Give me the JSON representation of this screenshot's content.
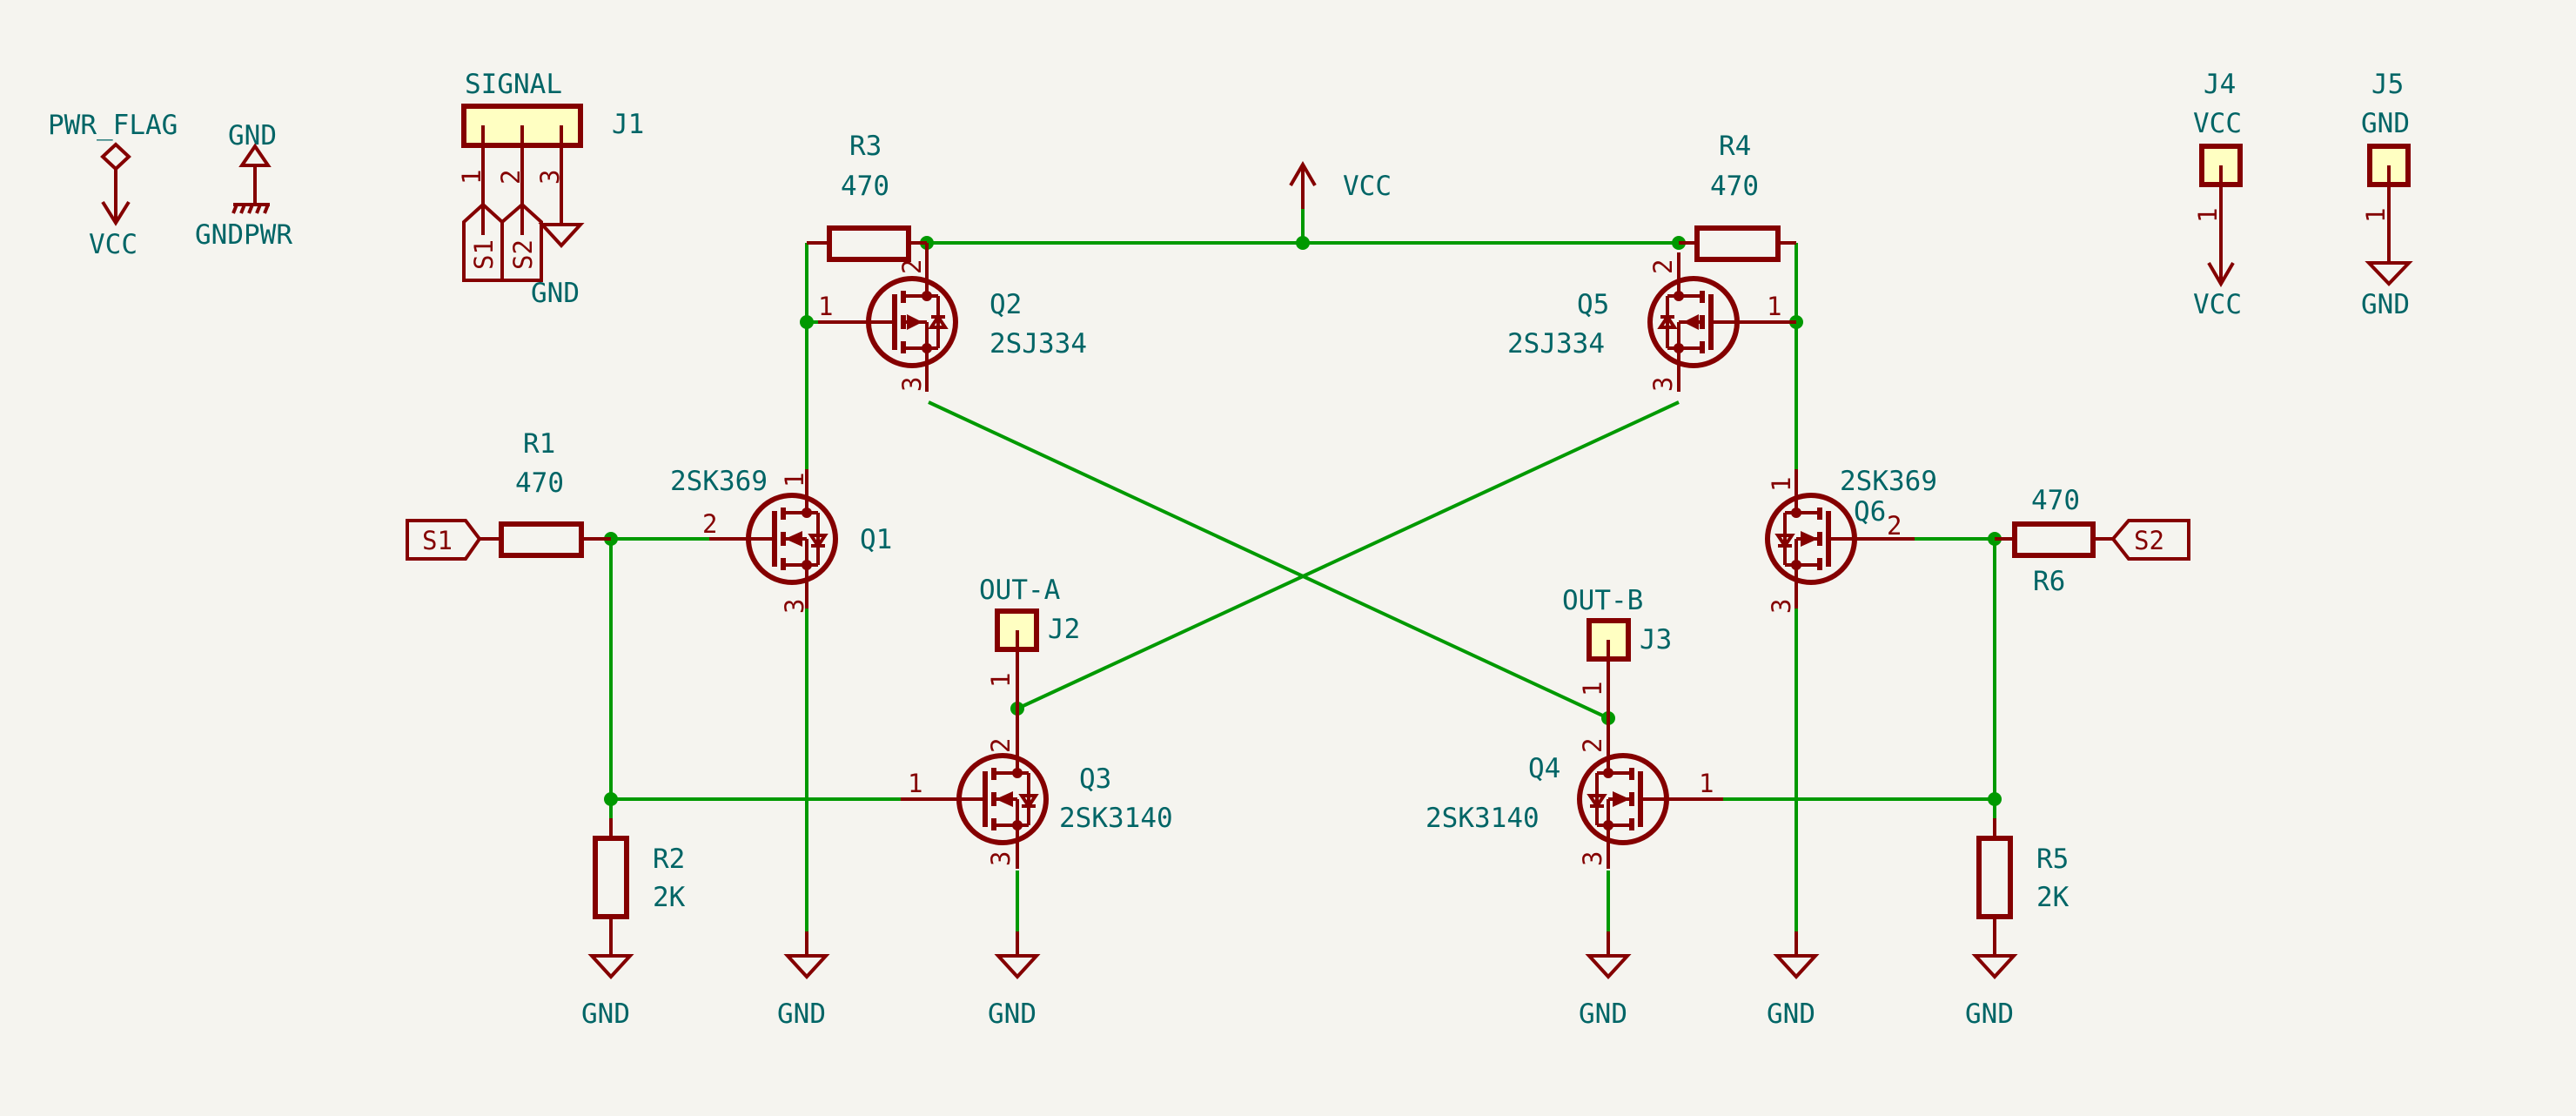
{
  "colors": {
    "background": "#f5f4ef",
    "wire": "#009900",
    "symbol": "#840000",
    "text": "#006566",
    "connector_fill": "#ffffc2"
  },
  "power_symbols": {
    "pwr_flag": {
      "label": "PWR_FLAG",
      "net": "VCC"
    },
    "gnd_gndpwr": {
      "top": "GND",
      "bottom": "GNDPWR"
    },
    "vcc_rail": "VCC",
    "gnd": "GND"
  },
  "components": {
    "J1": {
      "ref": "J1",
      "value": "SIGNAL",
      "pins": [
        "1",
        "2",
        "3"
      ],
      "labels": [
        "S1",
        "S2"
      ],
      "gnd": "GND"
    },
    "J2": {
      "ref": "J2",
      "value": "OUT-A",
      "pin": "1"
    },
    "J3": {
      "ref": "J3",
      "value": "OUT-B",
      "pin": "1"
    },
    "J4": {
      "ref": "J4",
      "value": "VCC",
      "pin": "1",
      "net": "VCC"
    },
    "J5": {
      "ref": "J5",
      "value": "GND",
      "pin": "1",
      "net": "GND"
    },
    "R1": {
      "ref": "R1",
      "value": "470"
    },
    "R2": {
      "ref": "R2",
      "value": "2K"
    },
    "R3": {
      "ref": "R3",
      "value": "470"
    },
    "R4": {
      "ref": "R4",
      "value": "470"
    },
    "R5": {
      "ref": "R5",
      "value": "2K"
    },
    "R6": {
      "ref": "R6",
      "value": "470"
    },
    "Q1": {
      "ref": "Q1",
      "value": "2SK369",
      "pins": [
        "1",
        "2",
        "3"
      ]
    },
    "Q2": {
      "ref": "Q2",
      "value": "2SJ334",
      "pins": [
        "1",
        "2",
        "3"
      ]
    },
    "Q3": {
      "ref": "Q3",
      "value": "2SK3140",
      "pins": [
        "1",
        "2",
        "3"
      ]
    },
    "Q4": {
      "ref": "Q4",
      "value": "2SK3140",
      "pins": [
        "1",
        "2",
        "3"
      ]
    },
    "Q5": {
      "ref": "Q5",
      "value": "2SJ334",
      "pins": [
        "1",
        "2",
        "3"
      ]
    },
    "Q6": {
      "ref": "Q6",
      "value": "2SK369",
      "pins": [
        "1",
        "2",
        "3"
      ]
    }
  },
  "labels": {
    "S1": "S1",
    "S2": "S2"
  }
}
